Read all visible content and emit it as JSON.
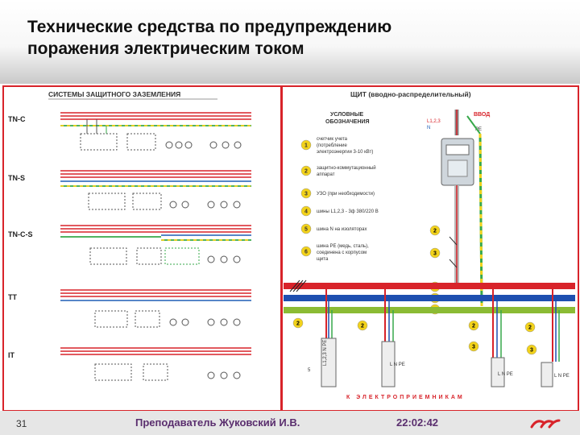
{
  "slide": {
    "title_line1": "Технические средства по предупреждению",
    "title_line2": "поражения электрическим током",
    "number": "31",
    "presenter": "Преподаватель Жуковский И.В.",
    "time": "22:02:42",
    "logo": "rzd-logo"
  },
  "figure": {
    "left_title": "СИСТЕМЫ ЗАЩИТНОГО ЗАЗЕМЛЕНИЯ",
    "systems": [
      "TN-C",
      "TN-S",
      "TN-C-S",
      "TT",
      "IT"
    ],
    "right_title": "ЩИТ (вводно-распределительный)",
    "legend_title_1": "УСЛОВНЫЕ",
    "legend_title_2": "ОБОЗНАЧЕНИЯ",
    "legend": [
      {
        "num": "1",
        "lines": [
          "счетчик учета",
          "(потребление",
          "электроэнергии 3-10 кВт)"
        ]
      },
      {
        "num": "2",
        "lines": [
          "защитно-коммутационный",
          "аппарат"
        ]
      },
      {
        "num": "3",
        "lines": [
          "УЗО (при необходимости)"
        ]
      },
      {
        "num": "4",
        "lines": [
          "шины L1,2,3 - 3ф 380/220 В"
        ]
      },
      {
        "num": "5",
        "lines": [
          "шина N на изоляторах"
        ]
      },
      {
        "num": "6",
        "lines": [
          "шина PE (медь, сталь),",
          "соединена с корпусом",
          "щита"
        ]
      }
    ],
    "input_label": "ВВОД",
    "input_conductors": "L1,2,3",
    "input_n": "N",
    "input_pe": "PE",
    "bottom_caption": "К ЭЛЕКТРОПРИЕМНИКАМ",
    "feeder_labels": [
      "L1,2,3 N PE",
      "L N PE",
      "L N PE",
      "L N PE"
    ],
    "colors": {
      "phase": "#d8232a",
      "neutral": "#1f5fb5",
      "pe_green": "#37a84a",
      "pe_yellow": "#f2d21b",
      "bus_blue": "#1e4fb0"
    }
  }
}
